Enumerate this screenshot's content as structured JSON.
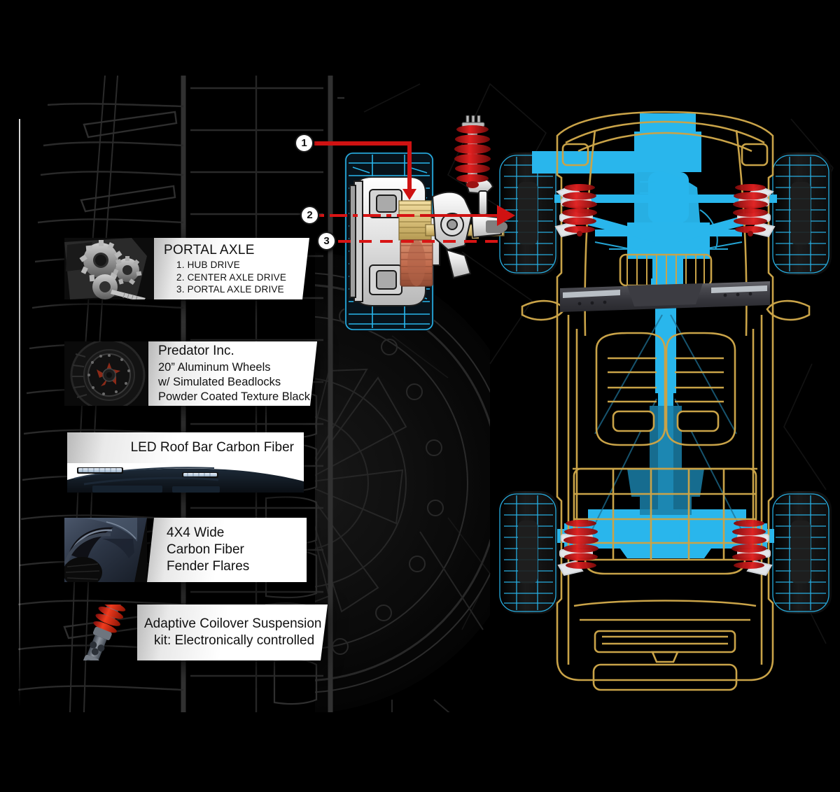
{
  "meta": {
    "background_color": "#000000",
    "accent_gold": "#c9a348",
    "accent_cyan": "#29b6ec",
    "accent_red": "#cf1212",
    "tread_line_color": "#2a2a2a"
  },
  "callouts": [
    {
      "id": "portal-axle",
      "thumb": "portal-axle-gears-photo",
      "title": "PORTAL AXLE",
      "lines": [
        "1. HUB DRIVE",
        "2. CENTER AXLE DRIVE",
        "3. PORTAL AXLE DRIVE"
      ]
    },
    {
      "id": "wheels",
      "thumb": "offroad-wheel-photo",
      "title": "Predator Inc.",
      "lines": [
        "20” Aluminum Wheels",
        "w/ Simulated Beadlocks",
        "Powder Coated Texture Black"
      ]
    },
    {
      "id": "led-roof-bar",
      "thumb": "led-roof-bar-photo",
      "title": "LED Roof Bar Carbon Fiber",
      "lines": []
    },
    {
      "id": "fender-flares",
      "thumb": "fender-flare-photo",
      "title": "4X4 Wide",
      "lines": [
        "Carbon Fiber",
        "Fender Flares"
      ]
    },
    {
      "id": "coilover",
      "thumb": "coilover-shock-photo",
      "title": "Adaptive Coilover Suspension",
      "lines": [
        "kit: Electronically controlled"
      ]
    }
  ],
  "markers": [
    {
      "id": "marker-1",
      "label": "1"
    },
    {
      "id": "marker-2",
      "label": "2"
    },
    {
      "id": "marker-3",
      "label": "3"
    }
  ],
  "diagrams": {
    "portal_axle_cutaway": "portal-axle-cutaway-illustration",
    "vehicle_underbody": "vehicle-underbody-blueprint-top-view"
  }
}
